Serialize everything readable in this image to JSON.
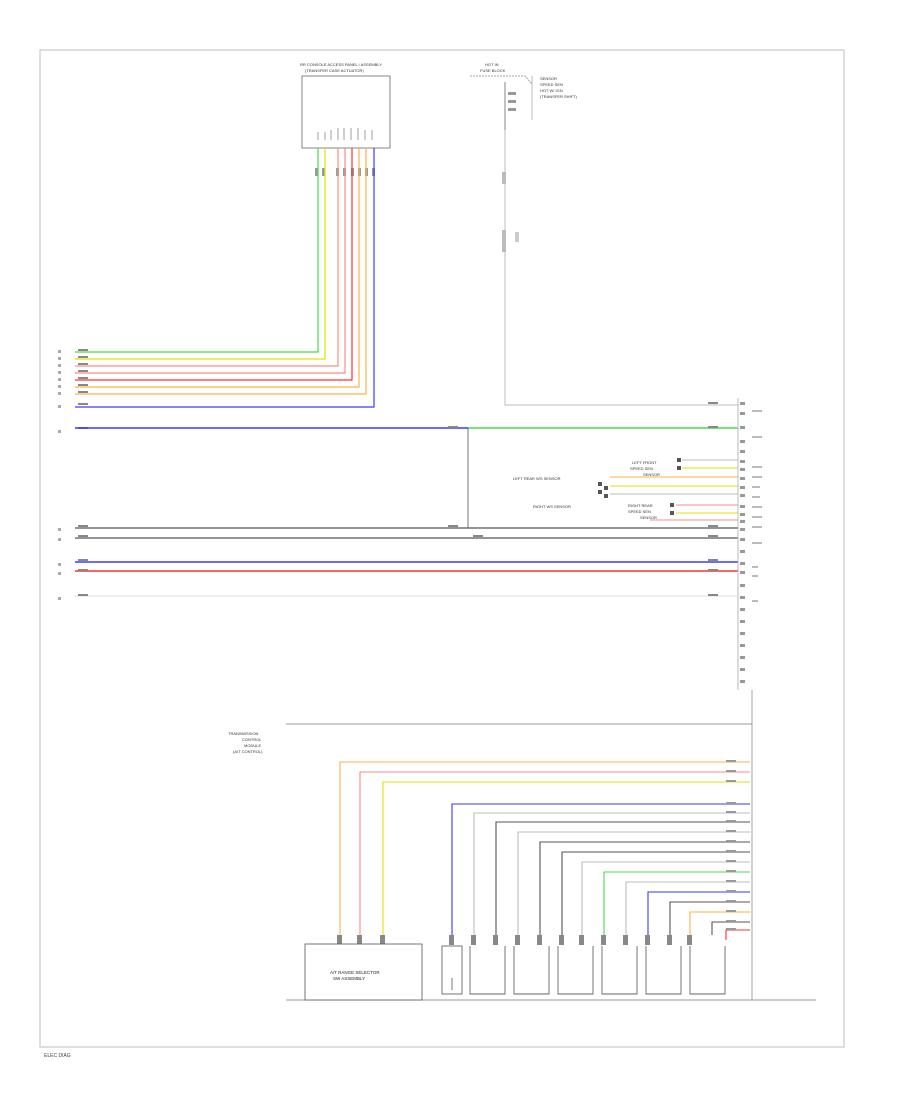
{
  "colors": {
    "frame": "#c8c8c8",
    "green": "#4cd84c",
    "yellow": "#e4e000",
    "pink": "#ff8a8a",
    "red": "#ff3030",
    "orange": "#ffb04a",
    "blue": "#3a3aff",
    "black": "#222222",
    "gray": "#bdbdbd",
    "lightgray": "#dddddd"
  },
  "labels": {
    "top_module": [
      "RR CONSOLE ACCESS PANEL / ASSEMBLY",
      "(TRANSFER CASE ACTUATOR)"
    ],
    "fuse_block": [
      "HOT IN",
      "FUSE BLOCK"
    ],
    "fuse_notes": [
      "SENSOR",
      "SPEED SEN",
      "HOT W/ IGN",
      "(TRANSFER SHIFT)"
    ],
    "sensor_labels": [
      "LEFT FRONT",
      "SPEED SEN",
      "SENSOR",
      "LEFT REAR WS SENSOR",
      "RIGHT WS SENSOR",
      "RIGHT REAR",
      "SPEED SEN",
      "SENSOR"
    ],
    "tcm_box": [
      "TRANSMISSION",
      "CONTROL",
      "MODULE",
      "(A/T CONTROL)"
    ],
    "bottom_box": [
      "A/T RANGE SELECTOR",
      "SW ASSEMBLY"
    ],
    "footer": "ELEC DIAG"
  }
}
